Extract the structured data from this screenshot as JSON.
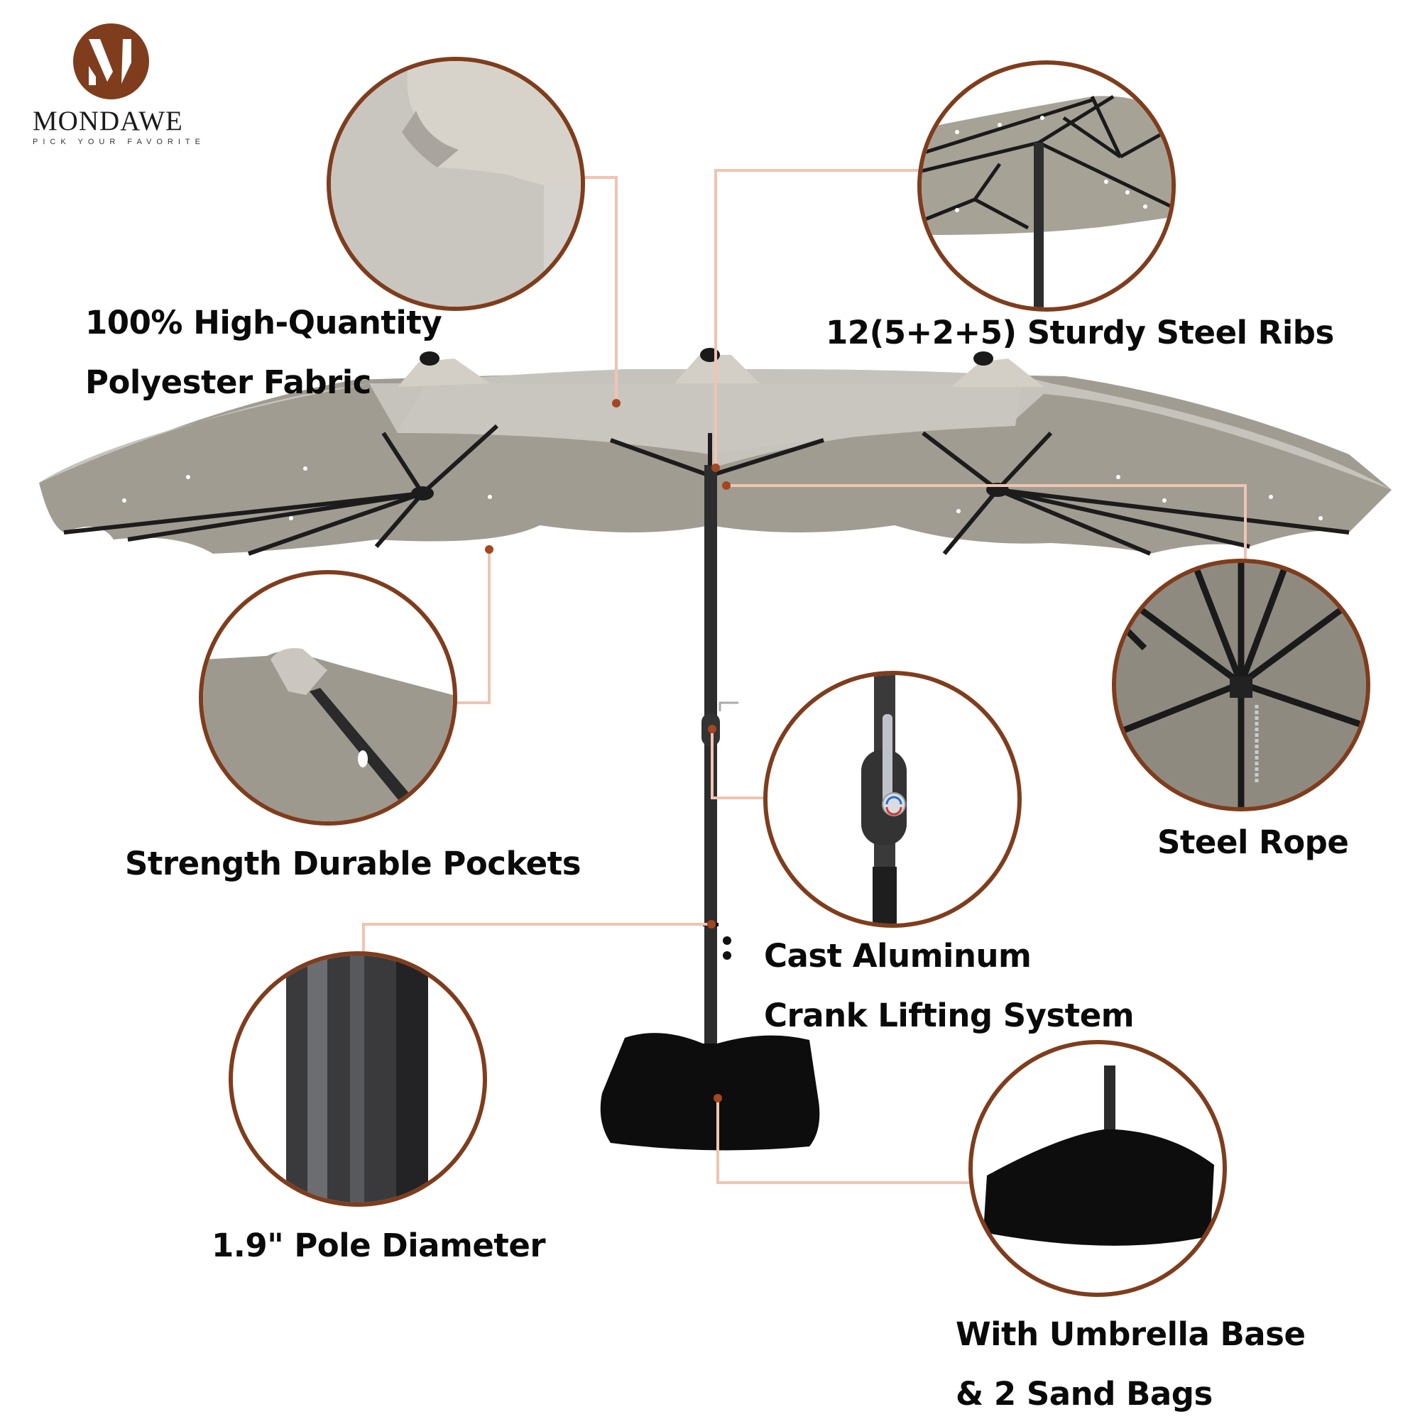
{
  "brand": {
    "name": "MONDAWE",
    "tagline": "PICK YOUR FAVORITE",
    "logo_icon": "m-monogram-icon",
    "logo_color": "#7f3d1d"
  },
  "colors": {
    "circle_border": "#7f3d1d",
    "leader_line": "#f0c4b1",
    "leader_dot": "#a4461f",
    "canopy_fabric": "#a9a49a",
    "canopy_top": "#c5c2bb",
    "pole": "#2b2b2b",
    "base_bag": "#0d0d0d",
    "text": "#0a0a0a"
  },
  "product": {
    "type": "Double-sided patio umbrella with solar LED lights",
    "detail_icon": "umbrella-icon"
  },
  "features": [
    {
      "id": "fabric",
      "lines": [
        "100% High-Quantity",
        "Polyester Fabric"
      ],
      "icon": "fabric-closeup-icon"
    },
    {
      "id": "ribs",
      "lines": [
        "12(5+2+5) Sturdy Steel Ribs"
      ],
      "icon": "ribs-closeup-icon"
    },
    {
      "id": "pockets",
      "lines": [
        "Strength Durable Pockets"
      ],
      "icon": "pocket-closeup-icon"
    },
    {
      "id": "rope",
      "lines": [
        "Steel Rope"
      ],
      "icon": "steel-rope-closeup-icon"
    },
    {
      "id": "crank",
      "lines": [
        "Cast Aluminum",
        "Crank Lifting System"
      ],
      "icon": "crank-closeup-icon"
    },
    {
      "id": "pole",
      "lines": [
        "1.9\" Pole Diameter"
      ],
      "icon": "pole-closeup-icon"
    },
    {
      "id": "base",
      "lines": [
        "With Umbrella Base",
        "& 2 Sand Bags"
      ],
      "icon": "base-closeup-icon"
    }
  ]
}
